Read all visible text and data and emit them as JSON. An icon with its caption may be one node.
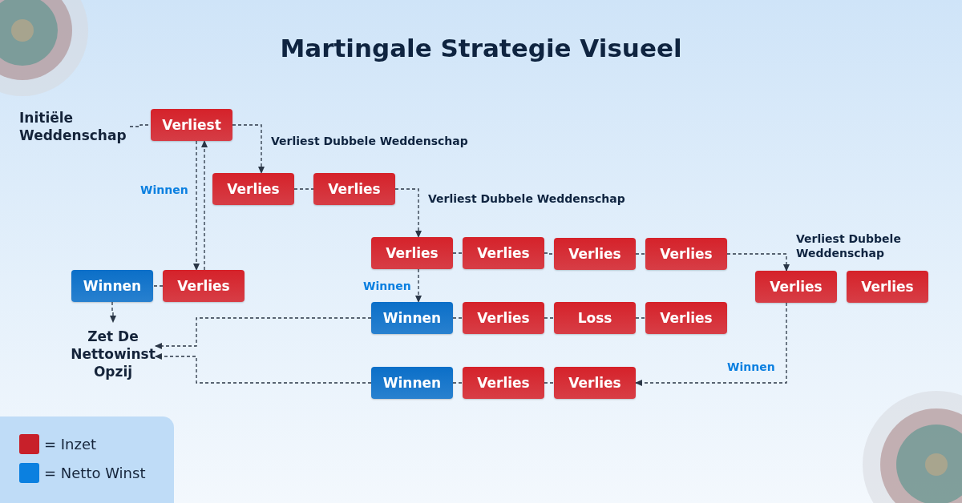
{
  "diagram": {
    "title": "Martingale Strategie Visueel",
    "nodes": [
      {
        "text": [
          "Initiële Weddenschap"
        ]
      },
      {
        "text": [
          "Verliest"
        ]
      },
      {
        "text": [
          "Verlies"
        ]
      },
      {
        "text": [
          "Verlies"
        ]
      },
      {
        "text": [
          "Verlies"
        ]
      },
      {
        "text": [
          "Verlies"
        ]
      },
      {
        "text": [
          "Verlies"
        ]
      },
      {
        "text": [
          "Verlies"
        ]
      },
      {
        "text": [
          "Winnen"
        ]
      },
      {
        "text": [
          "Verlies"
        ]
      },
      {
        "text": [
          "Verlies"
        ]
      },
      {
        "text": [
          "Verlies"
        ]
      },
      {
        "text": [
          "Zet De Nettowinst Opzij"
        ]
      },
      {
        "text": [
          "Winnen"
        ]
      },
      {
        "text": [
          "Verlies"
        ]
      },
      {
        "text": [
          "Loss"
        ]
      },
      {
        "text": [
          "Verlies"
        ]
      },
      {
        "text": [
          "Winnen"
        ]
      },
      {
        "text": [
          "Verlies"
        ]
      },
      {
        "text": [
          "Verlies"
        ]
      }
    ],
    "edges": [
      {
        "from": 0,
        "to": 1,
        "arrow": "none"
      },
      {
        "from": 1,
        "to": 2,
        "arrow": "to",
        "label": "Verliest Dubbele Weddenschap"
      },
      {
        "from": 1,
        "to": 9,
        "arrow": "to",
        "label": "Winnen"
      },
      {
        "from": 9,
        "to": 1,
        "arrow": "to"
      },
      {
        "from": 2,
        "to": 3,
        "arrow": "none"
      },
      {
        "from": 3,
        "to": 4,
        "arrow": "to",
        "label": "Verliest Dubbele Weddenschap"
      },
      {
        "from": 4,
        "to": 5,
        "arrow": "none"
      },
      {
        "from": 5,
        "to": 6,
        "arrow": "none"
      },
      {
        "from": 6,
        "to": 7,
        "arrow": "none"
      },
      {
        "from": 7,
        "to": 10,
        "arrow": "to",
        "label": "Verliest Dubbele Weddenschap"
      },
      {
        "from": 9,
        "to": 8,
        "arrow": "none"
      },
      {
        "from": 8,
        "to": 12,
        "arrow": "to"
      },
      {
        "from": 4,
        "to": 13,
        "arrow": "to",
        "label": "Winnen"
      },
      {
        "from": 13,
        "to": 14,
        "arrow": "none"
      },
      {
        "from": 14,
        "to": 15,
        "arrow": "none"
      },
      {
        "from": 15,
        "to": 16,
        "arrow": "none"
      },
      {
        "from": 13,
        "to": 12,
        "arrow": "to"
      },
      {
        "from": 17,
        "to": 12,
        "arrow": "to"
      },
      {
        "from": 17,
        "to": 18,
        "arrow": "none"
      },
      {
        "from": 18,
        "to": 19,
        "arrow": "none"
      },
      {
        "from": 10,
        "to": 19,
        "arrow": "to",
        "label": "Winnen"
      }
    ],
    "legend": [
      {
        "text": "= Inzet",
        "color": "#c8202a"
      },
      {
        "text": "= Netto Winst",
        "color": "#0b80e0"
      }
    ]
  }
}
